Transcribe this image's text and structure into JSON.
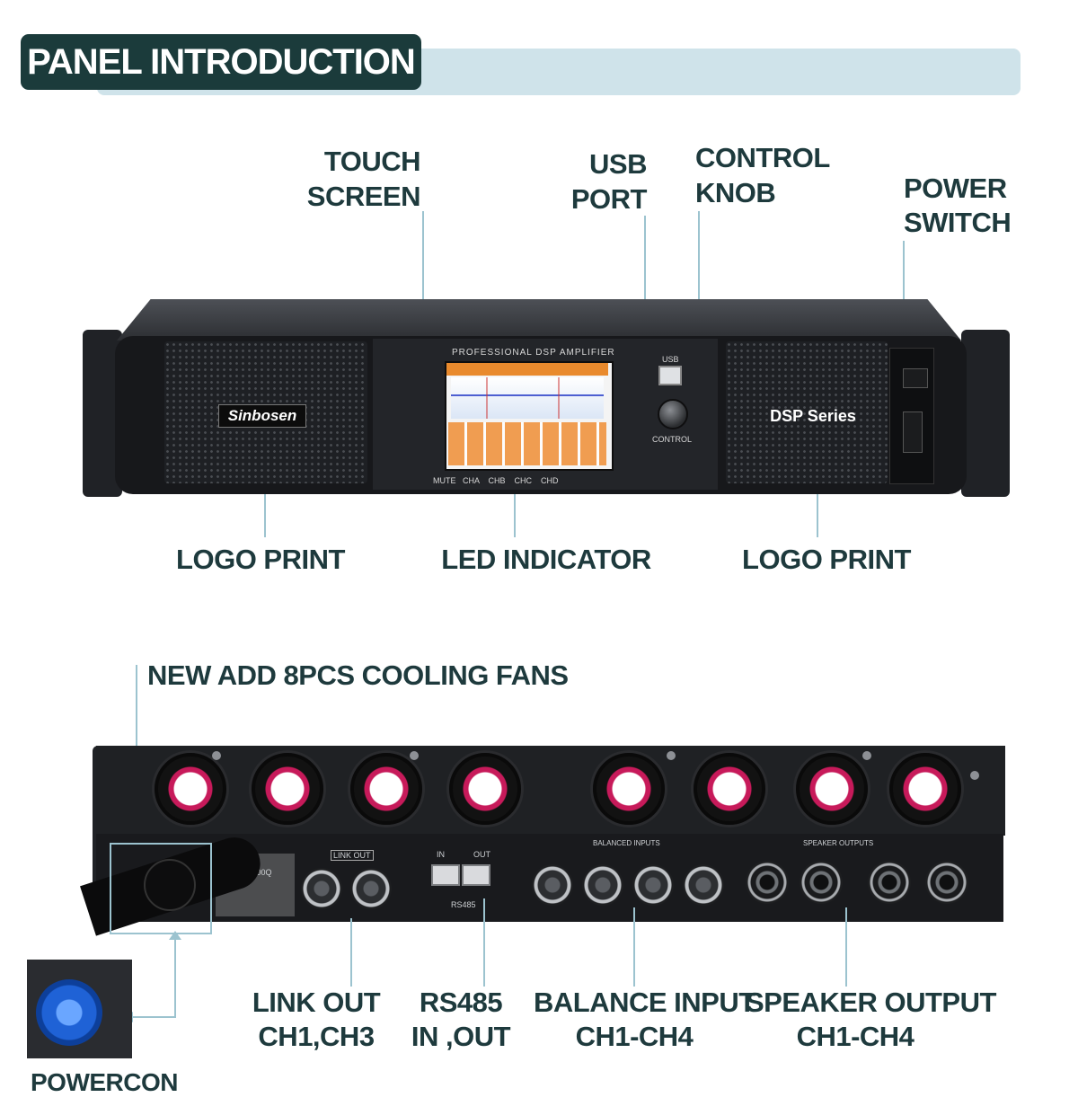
{
  "header": {
    "title": "PANEL INTRODUCTION"
  },
  "front": {
    "labels": {
      "touch_screen": [
        "TOUCH",
        "SCREEN"
      ],
      "usb_port": [
        "USB",
        "PORT"
      ],
      "control_knob": [
        "CONTROL",
        "KNOB"
      ],
      "power_switch": [
        "POWER",
        "SWITCH"
      ],
      "logo_print_left": "LOGO PRINT",
      "led_indicator": "LED INDICATOR",
      "logo_print_right": "LOGO PRINT"
    },
    "panel_text": {
      "heading": "PROFESSIONAL DSP AMPLIFIER",
      "usb": "USB",
      "control": "CONTROL",
      "led_row": "MUTE   CHA    CHB    CHC    CHD",
      "brand": "Sinbosen",
      "series": "DSP Series"
    }
  },
  "rear": {
    "labels": {
      "cooling_fans": "NEW ADD 8PCS COOLING FANS",
      "link_out": [
        "LINK OUT",
        "CH1,CH3"
      ],
      "rs485": [
        "RS485",
        "IN ,OUT"
      ],
      "balance_input": [
        "BALANCE INPUT",
        "CH1-CH4"
      ],
      "speaker_output": [
        "SPEAKER OUTPUT",
        "CH1-CH4"
      ],
      "powercon": "POWERCON"
    },
    "panel_text": {
      "model": "DSP20000Q",
      "rs485": "RS485",
      "balanced_inputs": "BALANCED INPUTS",
      "speaker_outputs": "SPEAKER OUTPUTS",
      "in": "IN",
      "out": "OUT",
      "link_out": "LINK OUT"
    }
  }
}
